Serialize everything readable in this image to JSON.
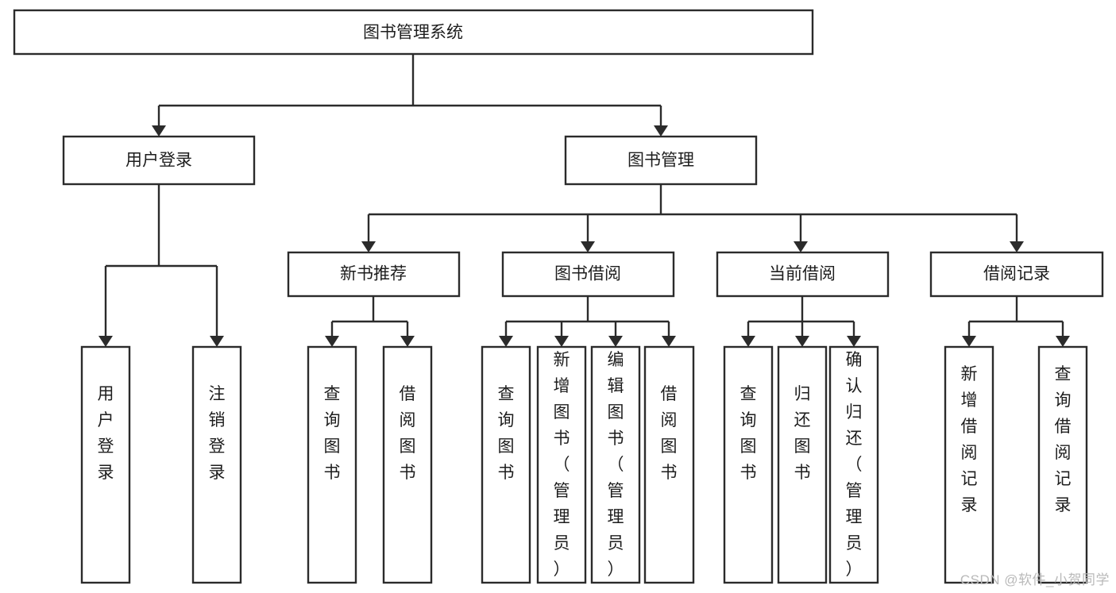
{
  "page": {
    "title": "图书管理系统功能结构图",
    "background_color": "#ffffff",
    "line_color": "#2b2b2b",
    "text_color": "#1d1d1d",
    "watermark": "CSDN @软件_小贺同学",
    "watermark_color": "#b9b9b9"
  },
  "chart_data": {
    "type": "diagram",
    "diagram_type": "tree-hierarchy",
    "title": "图书管理系统",
    "orientation": "top-down",
    "levels": 4,
    "node_count": 18,
    "nodes": [
      {
        "id": "root",
        "label": "图书管理系统",
        "level": 0,
        "orientation": "horizontal",
        "parent": null
      },
      {
        "id": "login",
        "label": "用户登录",
        "level": 1,
        "orientation": "horizontal",
        "parent": "root"
      },
      {
        "id": "bookmgmt",
        "label": "图书管理",
        "level": 1,
        "orientation": "horizontal",
        "parent": "root"
      },
      {
        "id": "login-1",
        "label": "用户登录",
        "level": 2,
        "orientation": "vertical",
        "parent": "login"
      },
      {
        "id": "login-2",
        "label": "注销登录",
        "level": 2,
        "orientation": "vertical",
        "parent": "login"
      },
      {
        "id": "newbook",
        "label": "新书推荐",
        "level": 2,
        "orientation": "horizontal",
        "parent": "bookmgmt"
      },
      {
        "id": "borrow",
        "label": "图书借阅",
        "level": 2,
        "orientation": "horizontal",
        "parent": "bookmgmt"
      },
      {
        "id": "current",
        "label": "当前借阅",
        "level": 2,
        "orientation": "horizontal",
        "parent": "bookmgmt"
      },
      {
        "id": "record",
        "label": "借阅记录",
        "level": 2,
        "orientation": "horizontal",
        "parent": "bookmgmt"
      },
      {
        "id": "newbook-1",
        "label": "查询图书",
        "level": 3,
        "orientation": "vertical",
        "parent": "newbook"
      },
      {
        "id": "newbook-2",
        "label": "借阅图书",
        "level": 3,
        "orientation": "vertical",
        "parent": "newbook"
      },
      {
        "id": "borrow-1",
        "label": "查询图书",
        "level": 3,
        "orientation": "vertical",
        "parent": "borrow"
      },
      {
        "id": "borrow-2",
        "label": "新增图书（管理员）",
        "level": 3,
        "orientation": "vertical",
        "parent": "borrow"
      },
      {
        "id": "borrow-3",
        "label": "编辑图书（管理员）",
        "level": 3,
        "orientation": "vertical",
        "parent": "borrow"
      },
      {
        "id": "borrow-4",
        "label": "借阅图书",
        "level": 3,
        "orientation": "vertical",
        "parent": "borrow"
      },
      {
        "id": "current-1",
        "label": "查询图书",
        "level": 3,
        "orientation": "vertical",
        "parent": "current"
      },
      {
        "id": "current-2",
        "label": "归还图书",
        "level": 3,
        "orientation": "vertical",
        "parent": "current"
      },
      {
        "id": "current-3",
        "label": "确认归还（管理员）",
        "level": 3,
        "orientation": "vertical",
        "parent": "current"
      },
      {
        "id": "record-1",
        "label": "新增借阅记录",
        "level": 3,
        "orientation": "vertical",
        "parent": "record"
      },
      {
        "id": "record-2",
        "label": "查询借阅记录",
        "level": 3,
        "orientation": "vertical",
        "parent": "record"
      }
    ]
  },
  "nodes": {
    "root": {
      "label": "图书管理系统"
    },
    "login": {
      "label": "用户登录"
    },
    "bookmgmt": {
      "label": "图书管理"
    },
    "login_children": [
      {
        "label": "用户登录"
      },
      {
        "label": "注销登录"
      }
    ],
    "bookmgmt_children": [
      {
        "label": "新书推荐"
      },
      {
        "label": "图书借阅"
      },
      {
        "label": "当前借阅"
      },
      {
        "label": "借阅记录"
      }
    ],
    "newbook_children": [
      {
        "label": "查询图书"
      },
      {
        "label": "借阅图书"
      }
    ],
    "borrow_children": [
      {
        "label": "查询图书"
      },
      {
        "label": "新增图书（管理员）"
      },
      {
        "label": "编辑图书（管理员）"
      },
      {
        "label": "借阅图书"
      }
    ],
    "current_children": [
      {
        "label": "查询图书"
      },
      {
        "label": "归还图书"
      },
      {
        "label": "确认归还（管理员）"
      }
    ],
    "record_children": [
      {
        "label": "新增借阅记录"
      },
      {
        "label": "查询借阅记录"
      }
    ]
  }
}
